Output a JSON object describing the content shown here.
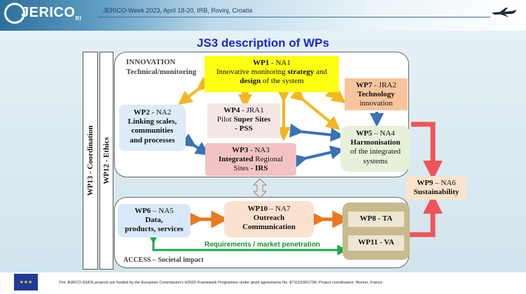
{
  "header": {
    "logo_text": "JERICO",
    "logo_suffix": "RI",
    "event": "JERICO-Week 2023, April 18-20, IRB, Rovinj, Croatia"
  },
  "title": "JS3 description of WPs",
  "vertical": {
    "wp13": "WP13 - Coordination",
    "wp12": "WP12 - Ethics"
  },
  "innovation": {
    "heading": "INNOVATION",
    "subheading": "Technical/monitoring"
  },
  "access": {
    "heading": "ACCESS – Societal impact",
    "requirements": "Requirements / market penetration"
  },
  "wp": {
    "wp1": {
      "id": "WP1",
      "code": " - NA1",
      "l1": "Innovative monitoring ",
      "l1b": "strategy",
      "l1c": " and",
      "l2b": "design",
      "l2": " of the system"
    },
    "wp2": {
      "id": "WP2",
      "code": " - NA2",
      "l1": "Linking scales,",
      "l2": "communities",
      "l3": "and processes"
    },
    "wp3": {
      "id": "WP3",
      "code": " - NA3",
      "l1b": "Integrated",
      "l1": " Regional",
      "l2": "Sites - ",
      "l2b": "IRS"
    },
    "wp4": {
      "id": "WP4",
      "code": " - JRA1",
      "l1": "Pilot ",
      "l1b": "Super Sites",
      "l2b": "- PSS"
    },
    "wp5": {
      "id": "WP5",
      "code": " – NA4",
      "l1b": "Harmonisation",
      "l2": "of the integrated",
      "l3": "systems"
    },
    "wp6": {
      "id": "WP6",
      "code": " – NA5",
      "l1": "Data,",
      "l2": "products, services"
    },
    "wp7": {
      "id": "WP7",
      "code": " - JRA2",
      "l1b": "Technology",
      "l2": "innovation"
    },
    "wp8": {
      "label": "WP8 - TA"
    },
    "wp9": {
      "id": "WP9",
      "code": " – NA6",
      "l1b": "Sustainability"
    },
    "wp10": {
      "id": "WP10",
      "code": " – NA7",
      "l1": "Outreach",
      "l2": "Communication"
    },
    "wp11": {
      "label": "WP11 - VA"
    }
  },
  "footer": {
    "text": "The JERICO-S3/DS projects are funded by the European Commission's H2020 Framework Programme under grant agreements No. 871153/951799. Project coordinators: Ifremer, France."
  },
  "colors": {
    "wp1": "#ffff14",
    "wp2": "#dcecf8",
    "wp3": "#f3c3c3",
    "wp4": "#f5e6e6",
    "wp5": "#e6f0da",
    "wp6": "#d8e8f8",
    "wp7": "#f8c49c",
    "wp9": "#fbe3cc",
    "wp10": "#fbe2d0",
    "access_group": "#c9b98e",
    "access_inner": "#ece6d2",
    "arrow_orange": "#f3b620",
    "arrow_blue": "#3b72b8",
    "arrow_red": "#f0545a",
    "arrow_dark_orange": "#e9781e",
    "arrow_green": "#18a84a",
    "title": "#1428d8"
  }
}
